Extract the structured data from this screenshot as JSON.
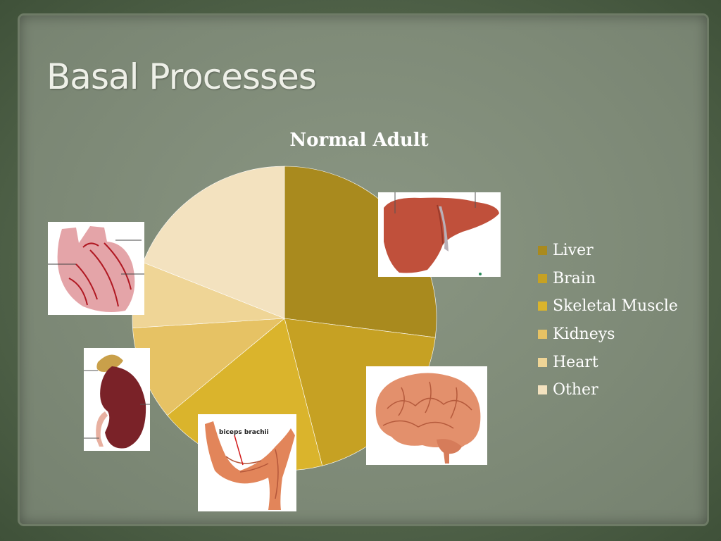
{
  "slide": {
    "title": "Basal Processes"
  },
  "chart_data": {
    "type": "pie",
    "title": "Normal Adult",
    "categories": [
      "Liver",
      "Brain",
      "Skeletal Muscle",
      "Kidneys",
      "Heart",
      "Other"
    ],
    "values": [
      27,
      19,
      18,
      10,
      7,
      19
    ],
    "colors": [
      "#a98a1e",
      "#c6a123",
      "#dab42c",
      "#e6c264",
      "#efd596",
      "#f3e2bf"
    ],
    "legend_position": "right"
  },
  "images": {
    "muscle_label": "biceps brachii"
  }
}
